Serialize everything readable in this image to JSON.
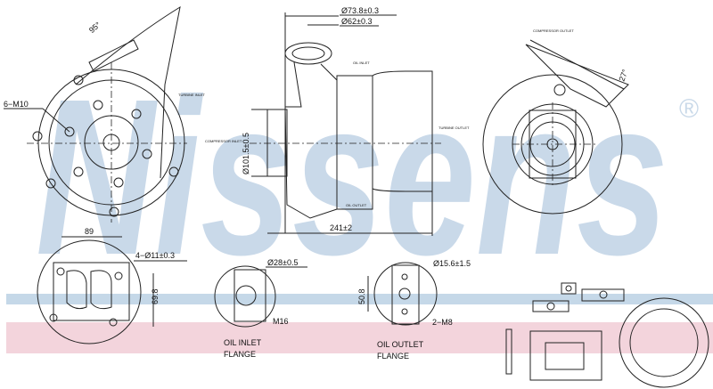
{
  "watermark": {
    "brand": "Nissens",
    "registered": "®",
    "color": "#c9d9e9"
  },
  "bands": {
    "blue": "#c5d8e8",
    "pink": "#f3d4dc"
  },
  "labels": {
    "angle_95": "95°",
    "bolts_6m10": "6−M10",
    "dia_738": "Ø73.8±0.3",
    "dia_62": "Ø62±0.3",
    "dia_1015": "Ø101.5±0.5",
    "length_241": "241±2",
    "angle_27": "27°",
    "width_89": "89",
    "holes_4": "4−Ø11±0.3",
    "height_698": "69.8",
    "dia_28": "Ø28±0.5",
    "m16": "M16",
    "oil_inlet_flange_1": "OIL INLET",
    "oil_inlet_flange_2": "FLANGE",
    "dia_156": "Ø15.6±1.5",
    "height_508": "50.8",
    "m8": "2−M8",
    "oil_outlet_flange_1": "OIL OUTLET",
    "oil_outlet_flange_2": "FLANGE",
    "turbine_inlet": "TURBINE INLET",
    "compressor_inlet": "COMPRESSOR INLET",
    "turbine_outlet": "TURBINE OUTLET",
    "compressor_outlet": "COMPRESSOR OUTLET",
    "oil_inlet_small": "OIL INLET",
    "oil_outlet_small": "OIL OUTLET"
  }
}
